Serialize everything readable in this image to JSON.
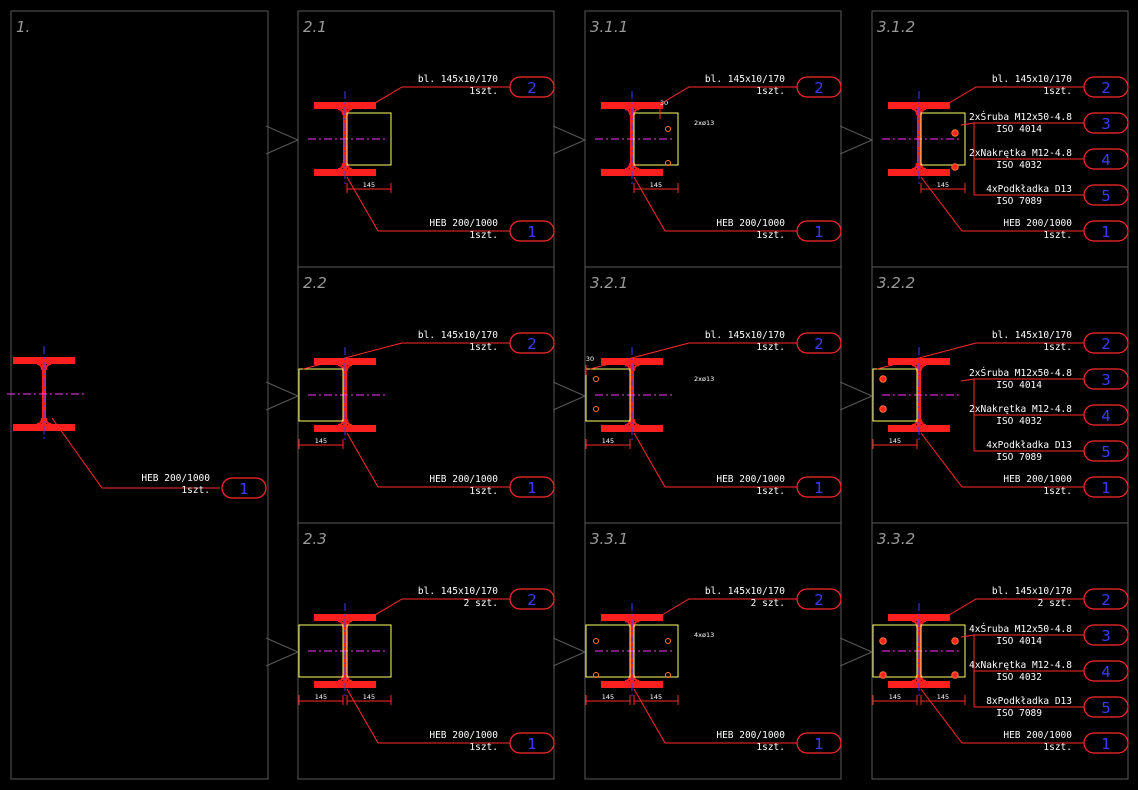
{
  "colors": {
    "background": "#000000",
    "frame": "#5a5a5a",
    "beam": "#ff1f1f",
    "plate": "#ffff66",
    "leader": "#ff2a2a",
    "number": "#3b3bff",
    "axis": "#ff33ff"
  },
  "panels": [
    {
      "id": "p1",
      "title": "1.",
      "items": [
        {
          "line1": "HEB 200/1000",
          "line2": "1szt.",
          "num": "1"
        }
      ]
    },
    {
      "id": "p21",
      "title": "2.1",
      "items": [
        {
          "line1": "bl. 145x10/170",
          "line2": "1szt.",
          "num": "2"
        },
        {
          "line1": "HEB 200/1000",
          "line2": "1szt.",
          "num": "1"
        }
      ],
      "dims": [
        "145"
      ]
    },
    {
      "id": "p22",
      "title": "2.2",
      "items": [
        {
          "line1": "bl. 145x10/170",
          "line2": "1szt.",
          "num": "2"
        },
        {
          "line1": "HEB 200/1000",
          "line2": "1szt.",
          "num": "1"
        }
      ],
      "dims": [
        "145"
      ]
    },
    {
      "id": "p23",
      "title": "2.3",
      "items": [
        {
          "line1": "bl. 145x10/170",
          "line2": "2 szt.",
          "num": "2"
        },
        {
          "line1": "HEB 200/1000",
          "line2": "1szt.",
          "num": "1"
        }
      ],
      "dims": [
        "145",
        "145"
      ]
    },
    {
      "id": "p311",
      "title": "3.1.1",
      "items": [
        {
          "line1": "bl. 145x10/170",
          "line2": "1szt.",
          "num": "2"
        },
        {
          "line1": "HEB 200/1000",
          "line2": "1szt.",
          "num": "1"
        }
      ],
      "dims": [
        "145"
      ],
      "offset": "30",
      "holes": "2xø13"
    },
    {
      "id": "p321",
      "title": "3.2.1",
      "items": [
        {
          "line1": "bl. 145x10/170",
          "line2": "1szt.",
          "num": "2"
        },
        {
          "line1": "HEB 200/1000",
          "line2": "1szt.",
          "num": "1"
        }
      ],
      "dims": [
        "145"
      ],
      "offset": "30",
      "holes": "2xø13"
    },
    {
      "id": "p331",
      "title": "3.3.1",
      "items": [
        {
          "line1": "bl. 145x10/170",
          "line2": "2 szt.",
          "num": "2"
        },
        {
          "line1": "HEB 200/1000",
          "line2": "1szt.",
          "num": "1"
        }
      ],
      "dims": [
        "145",
        "145"
      ],
      "holes": "4xø13"
    },
    {
      "id": "p312",
      "title": "3.1.2",
      "items": [
        {
          "line1": "bl. 145x10/170",
          "line2": "1szt.",
          "num": "2"
        },
        {
          "line1": "2xŚruba M12x50-4.8",
          "line2": "ISO 4014",
          "num": "3"
        },
        {
          "line1": "2xNakrętka M12-4.8",
          "line2": "ISO 4032",
          "num": "4"
        },
        {
          "line1": "4xPodkładka D13",
          "line2": "ISO 7089",
          "num": "5"
        },
        {
          "line1": "HEB 200/1000",
          "line2": "1szt.",
          "num": "1"
        }
      ],
      "dims": [
        "145"
      ]
    },
    {
      "id": "p322",
      "title": "3.2.2",
      "items": [
        {
          "line1": "bl. 145x10/170",
          "line2": "1szt.",
          "num": "2"
        },
        {
          "line1": "2xŚruba M12x50-4.8",
          "line2": "ISO 4014",
          "num": "3"
        },
        {
          "line1": "2xNakrętka M12-4.8",
          "line2": "ISO 4032",
          "num": "4"
        },
        {
          "line1": "4xPodkładka D13",
          "line2": "ISO 7089",
          "num": "5"
        },
        {
          "line1": "HEB 200/1000",
          "line2": "1szt.",
          "num": "1"
        }
      ],
      "dims": [
        "145"
      ]
    },
    {
      "id": "p332",
      "title": "3.3.2",
      "items": [
        {
          "line1": "bl. 145x10/170",
          "line2": "2 szt.",
          "num": "2"
        },
        {
          "line1": "4xŚruba M12x50-4.8",
          "line2": "ISO 4014",
          "num": "3"
        },
        {
          "line1": "4xNakrętka M12-4.8",
          "line2": "ISO 4032",
          "num": "4"
        },
        {
          "line1": "8xPodkładka D13",
          "line2": "ISO 7089",
          "num": "5"
        },
        {
          "line1": "HEB 200/1000",
          "line2": "1szt.",
          "num": "1"
        }
      ],
      "dims": [
        "145",
        "145"
      ]
    }
  ]
}
